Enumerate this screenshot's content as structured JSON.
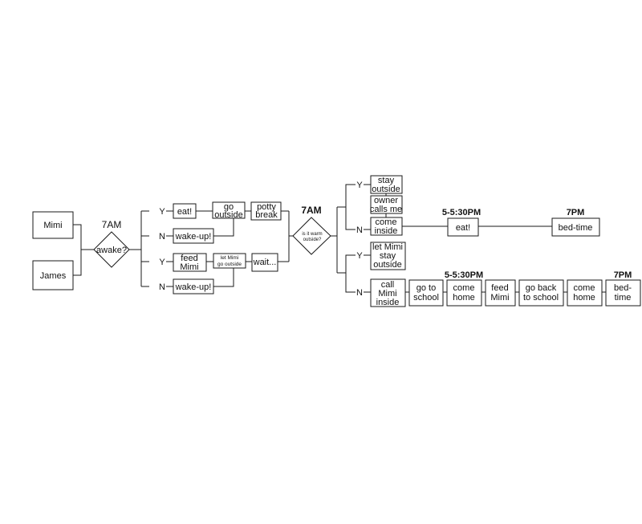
{
  "start": {
    "mimi": "Mimi",
    "james": "James"
  },
  "q1": {
    "time": "7AM",
    "question": "awake?"
  },
  "top": {
    "yes": "Y",
    "no": "N",
    "eat": "eat!",
    "go_outside": [
      "go",
      "outside"
    ],
    "potty_break": [
      "potty",
      "break"
    ],
    "wake_up": "wake-up!"
  },
  "bottom": {
    "yes": "Y",
    "no": "N",
    "feed_mimi": [
      "feed",
      "Mimi"
    ],
    "let_mimi_go_outside": [
      "let Mimi",
      "go outside"
    ],
    "wait": "wait...",
    "wake_up": "wake-up!"
  },
  "q2": {
    "time": "7AM",
    "question": [
      "is it warm",
      "outside?"
    ]
  },
  "warm": {
    "yes": "Y",
    "no": "N",
    "stay_outside": [
      "stay",
      "outside"
    ],
    "owner_calls_me": [
      "owner",
      "calls me"
    ],
    "come_inside": [
      "come",
      "inside"
    ],
    "time_eat": "5-5:30PM",
    "eat": "eat!",
    "time_bed": "7PM",
    "bed_time": "bed-time"
  },
  "cold": {
    "yes": "Y",
    "no": "N",
    "let_mimi_stay_outside": [
      "let Mimi",
      "stay",
      "outside"
    ],
    "call_mimi_inside": [
      "call",
      "Mimi",
      "inside"
    ],
    "go_to_school": [
      "go to",
      "school"
    ],
    "come_home": [
      "come",
      "home"
    ],
    "feed_mimi": [
      "feed",
      "Mimi"
    ],
    "go_back_to_school": [
      "go back",
      "to school"
    ],
    "come_home_2": [
      "come",
      "home"
    ],
    "bed_time": [
      "bed-",
      "time"
    ],
    "time_feed": "5-5:30PM",
    "time_bed": "7PM"
  }
}
